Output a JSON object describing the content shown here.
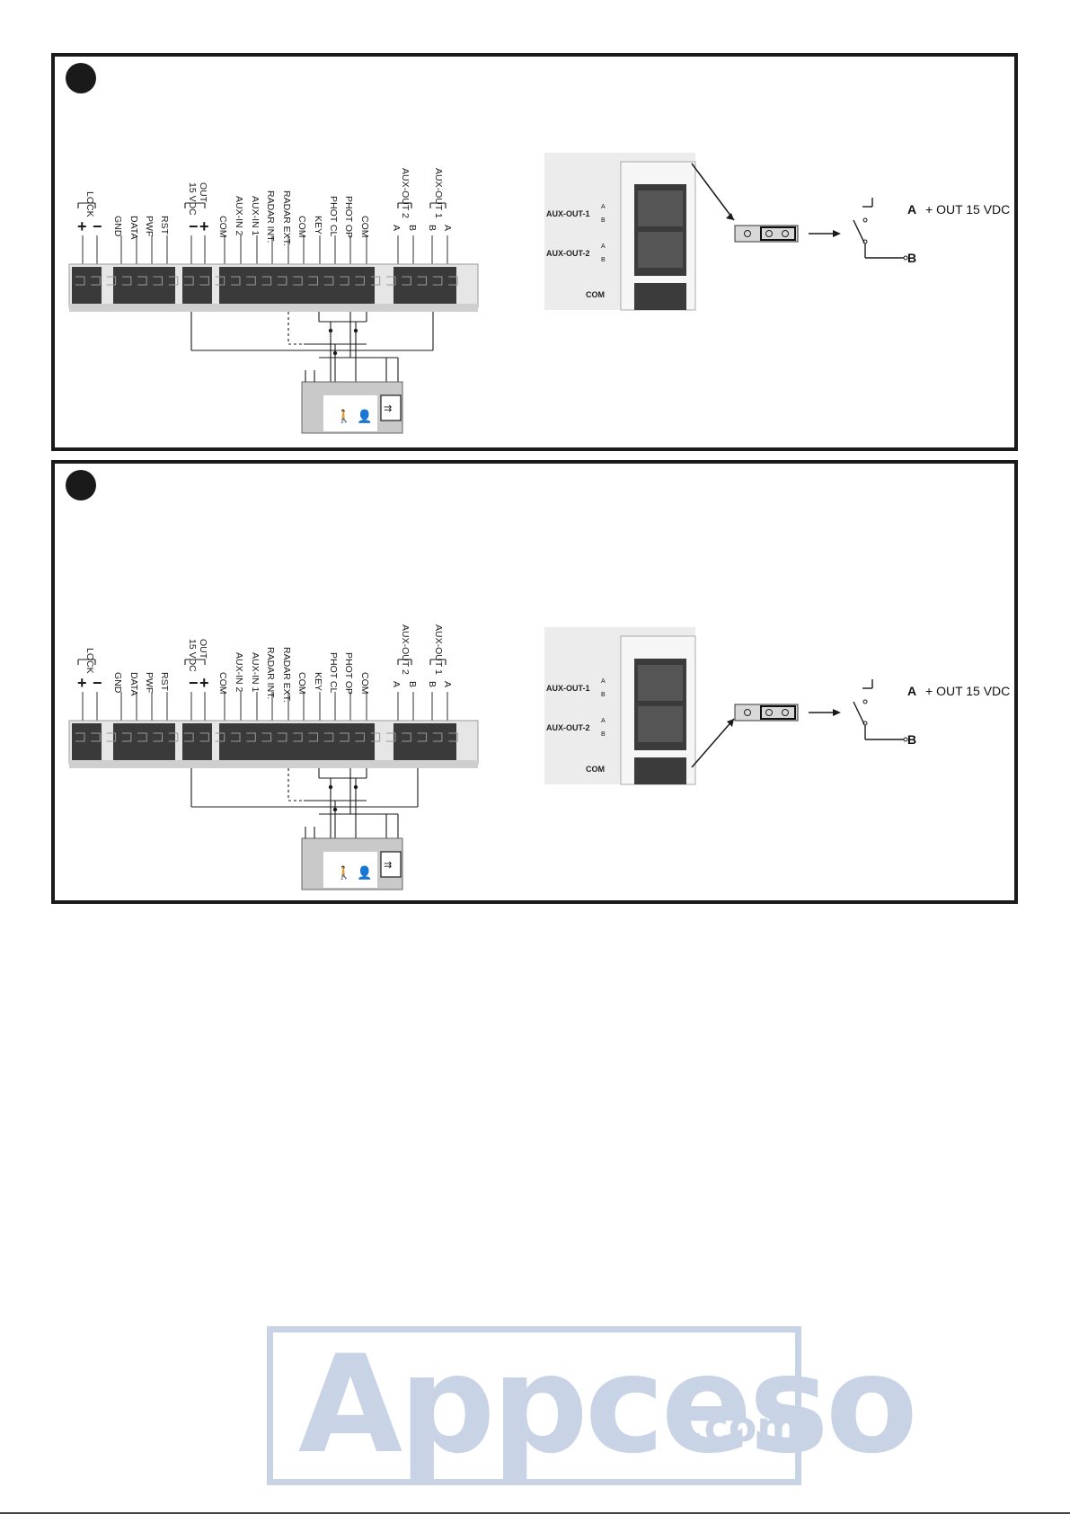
{
  "terminal_labels": {
    "lock": "LOCK",
    "gnd": "GND",
    "data": "DATA",
    "pwf": "PWF",
    "rst": "RST",
    "vdc15": "15 VDC",
    "out": "OUT",
    "com1": "COM",
    "auxin2": "AUX-IN 2",
    "auxin1": "AUX-IN 1",
    "radar_int": "RADAR INT.",
    "radar_ext": "RADAR EXT.",
    "com2": "COM",
    "key": "KEY",
    "phot_cl": "PHOT CL",
    "phot_op": "PHOT OP",
    "com3": "COM",
    "auxout2": "AUX-OUT 2",
    "auxout1": "AUX-OUT 1",
    "pin_a": "A",
    "pin_b": "B",
    "plus": "+",
    "minus": "−"
  },
  "connector_labels": {
    "auxout1": "AUX-OUT-1",
    "auxout2": "AUX-OUT-2",
    "com": "COM",
    "a": "A",
    "b": "B"
  },
  "output": {
    "a_label": "A",
    "a_text": "+ OUT 15 VDC",
    "b_label": "B"
  },
  "watermark": {
    "name": "Appceso",
    "suffix": ".com"
  },
  "colors": {
    "line": "#1a1a1a",
    "terminal_block": "#3a3a3a",
    "panel_border": "#1a1a1a",
    "watermark": "#c8d3e6"
  }
}
